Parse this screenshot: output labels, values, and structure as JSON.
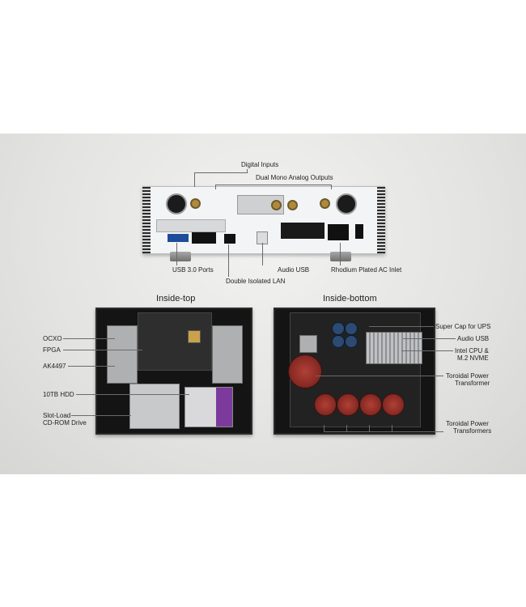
{
  "rear_labels": {
    "digital_inputs": "Digital Inputs",
    "dual_mono": "Dual Mono Analog Outputs",
    "usb30": "USB 3.0 Ports",
    "audio_usb": "Audio USB",
    "rhodium": "Rhodium Plated AC Inlet",
    "lan": "Double Isolated LAN"
  },
  "inside_top": {
    "heading": "Inside-top",
    "ocxo": "OCXO",
    "fpga": "FPGA",
    "ak4497": "AK4497",
    "hdd": "10TB HDD",
    "slot_load_1": "Slot-Load",
    "slot_load_2": "CD-ROM Drive"
  },
  "inside_bottom": {
    "heading": "Inside-bottom",
    "supercap": "Super Cap for UPS",
    "audio_usb": "Audio USB",
    "intel_1": "Intel CPU &",
    "intel_2": "M.2 NVME",
    "toroidal_1a": "Toroidal Power",
    "toroidal_1b": "Transformer",
    "toroidal_2a": "Toroidal Power",
    "toroidal_2b": "Transformers"
  },
  "colors": {
    "panel_bg": "#e3e3e2",
    "leader": "#6a6a6a",
    "hdd_accent": "#7c3b9c",
    "transformer": "#8a2b25"
  }
}
